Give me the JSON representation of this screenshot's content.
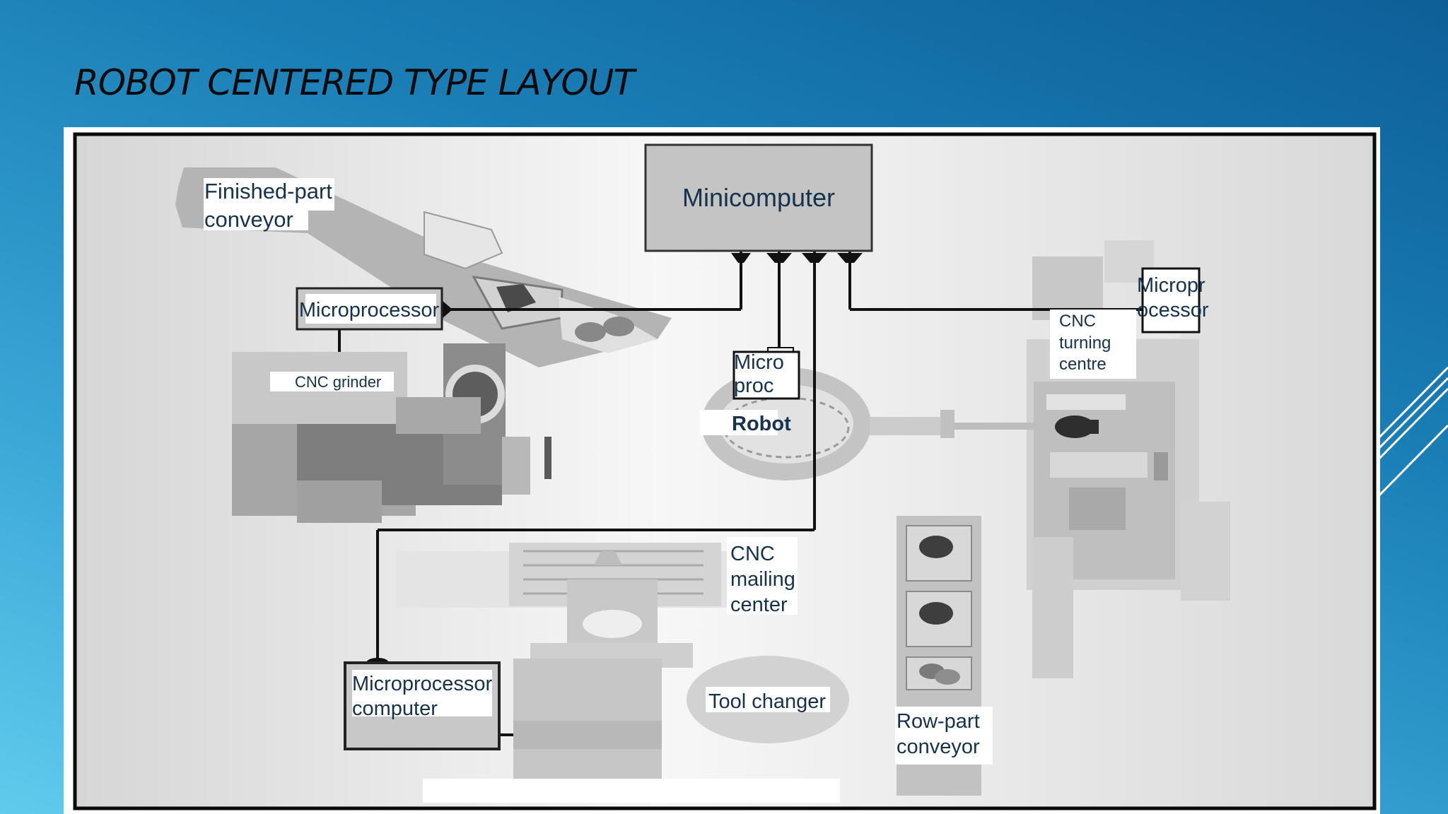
{
  "slide": {
    "title": "ROBOT CENTERED TYPE LAYOUT"
  },
  "diagram": {
    "minicomputer": "Minicomputer",
    "finished_conveyor_line1": "Finished-part",
    "finished_conveyor_line2": "conveyor",
    "microprocessor_left": "Microprocessor",
    "cnc_grinder": "CNC grinder",
    "micro_proc_line1": "Micro",
    "micro_proc_line2": "proc",
    "robot": "Robot",
    "micropr_right_line1": "Micropr",
    "micropr_right_line2": "ocessor",
    "cnc_turning_line1": "CNC",
    "cnc_turning_line2": "turning",
    "cnc_turning_line3": "centre",
    "cnc_mailing_line1": "CNC",
    "cnc_mailing_line2": "mailing",
    "cnc_mailing_line3": "center",
    "tool_changer": "Tool changer",
    "mp_computer_line1": "Microprocessor",
    "mp_computer_line2": "computer",
    "row_conveyor_line1": "Row-part",
    "row_conveyor_line2": "conveyor"
  },
  "colors": {
    "background_top": "#0e5f98",
    "background_bottom": "#60cbec",
    "title_text": "#0a0a0a",
    "label_text": "#17324d"
  }
}
